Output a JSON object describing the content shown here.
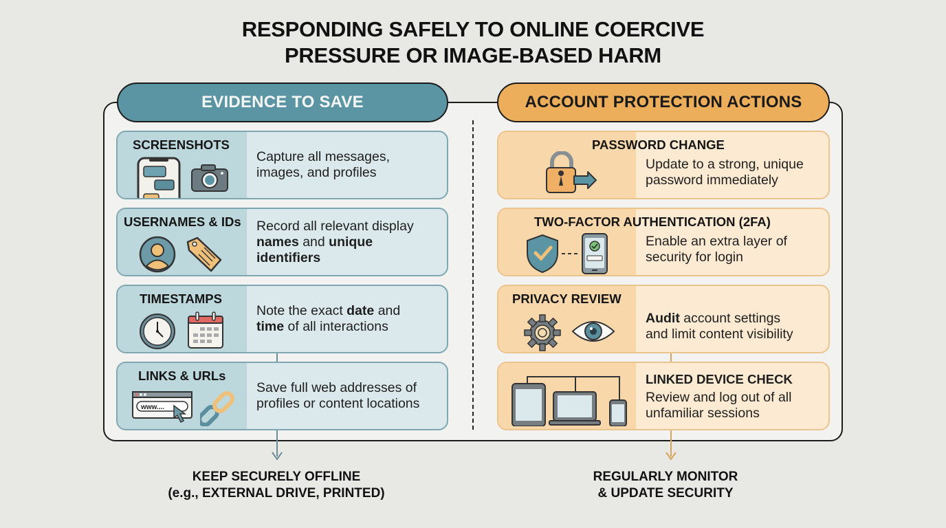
{
  "title": {
    "line1": "RESPONDING SAFELY TO ONLINE COERCIVE",
    "line2": "PRESSURE OR IMAGE-BASED HARM"
  },
  "left_column": {
    "header": "EVIDENCE TO SAVE",
    "color": "#5b95a4",
    "cards": [
      {
        "heading": "SCREENSHOTS",
        "icons": [
          "phone-chat-icon",
          "camera-icon"
        ],
        "text_parts": [
          {
            "t": "Capture all messages,",
            "b": false
          },
          {
            "t": "images, and profiles",
            "b": false
          }
        ]
      },
      {
        "heading": "USERNAMES & IDs",
        "icons": [
          "user-avatar-icon",
          "tag-icon"
        ],
        "text_line1": "Record all relevant display",
        "text_b1": "names",
        "text_m1": " and ",
        "text_b2": "unique",
        "text_b3": "identifiers"
      },
      {
        "heading": "TIMESTAMPS",
        "icons": [
          "clock-icon",
          "calendar-icon"
        ],
        "text_a": "Note the exact ",
        "text_b1": "date",
        "text_c": " and",
        "text_b2": "time",
        "text_d": " of all interactions"
      },
      {
        "heading": "LINKS & URLs",
        "icons": [
          "browser-url-icon",
          "chain-link-icon"
        ],
        "text_line1": "Save full web addresses of",
        "text_line2": "profiles or content locations",
        "url_text": "www...."
      }
    ],
    "footer": {
      "line1": "KEEP SECURELY OFFLINE",
      "line2": "(e.g., EXTERNAL DRIVE, PRINTED)"
    }
  },
  "right_column": {
    "header": "ACCOUNT PROTECTION ACTIONS",
    "color": "#ecae5b",
    "cards": [
      {
        "heading": "PASSWORD CHANGE",
        "icons": [
          "padlock-arrow-icon"
        ],
        "text_line1": "Update to a strong, unique",
        "text_line2": "password immediately"
      },
      {
        "heading": "TWO-FACTOR AUTHENTICATION (2FA)",
        "icons": [
          "shield-check-icon",
          "phone-verify-icon"
        ],
        "text_line1": "Enable an extra layer of",
        "text_line2": "security for login"
      },
      {
        "heading": "PRIVACY REVIEW",
        "icons": [
          "gear-icon",
          "eye-icon"
        ],
        "text_b1": "Audit",
        "text_a": " account settings",
        "text_line2": "and limit content visibility"
      },
      {
        "heading": "LINKED DEVICE CHECK",
        "icons": [
          "tablet-icon",
          "laptop-icon",
          "smartphone-icon"
        ],
        "text_line1": "Review and log out of all",
        "text_line2": "unfamiliar sessions"
      }
    ],
    "footer": {
      "line1": "REGULARLY MONITOR",
      "line2": "& UPDATE SECURITY"
    }
  }
}
